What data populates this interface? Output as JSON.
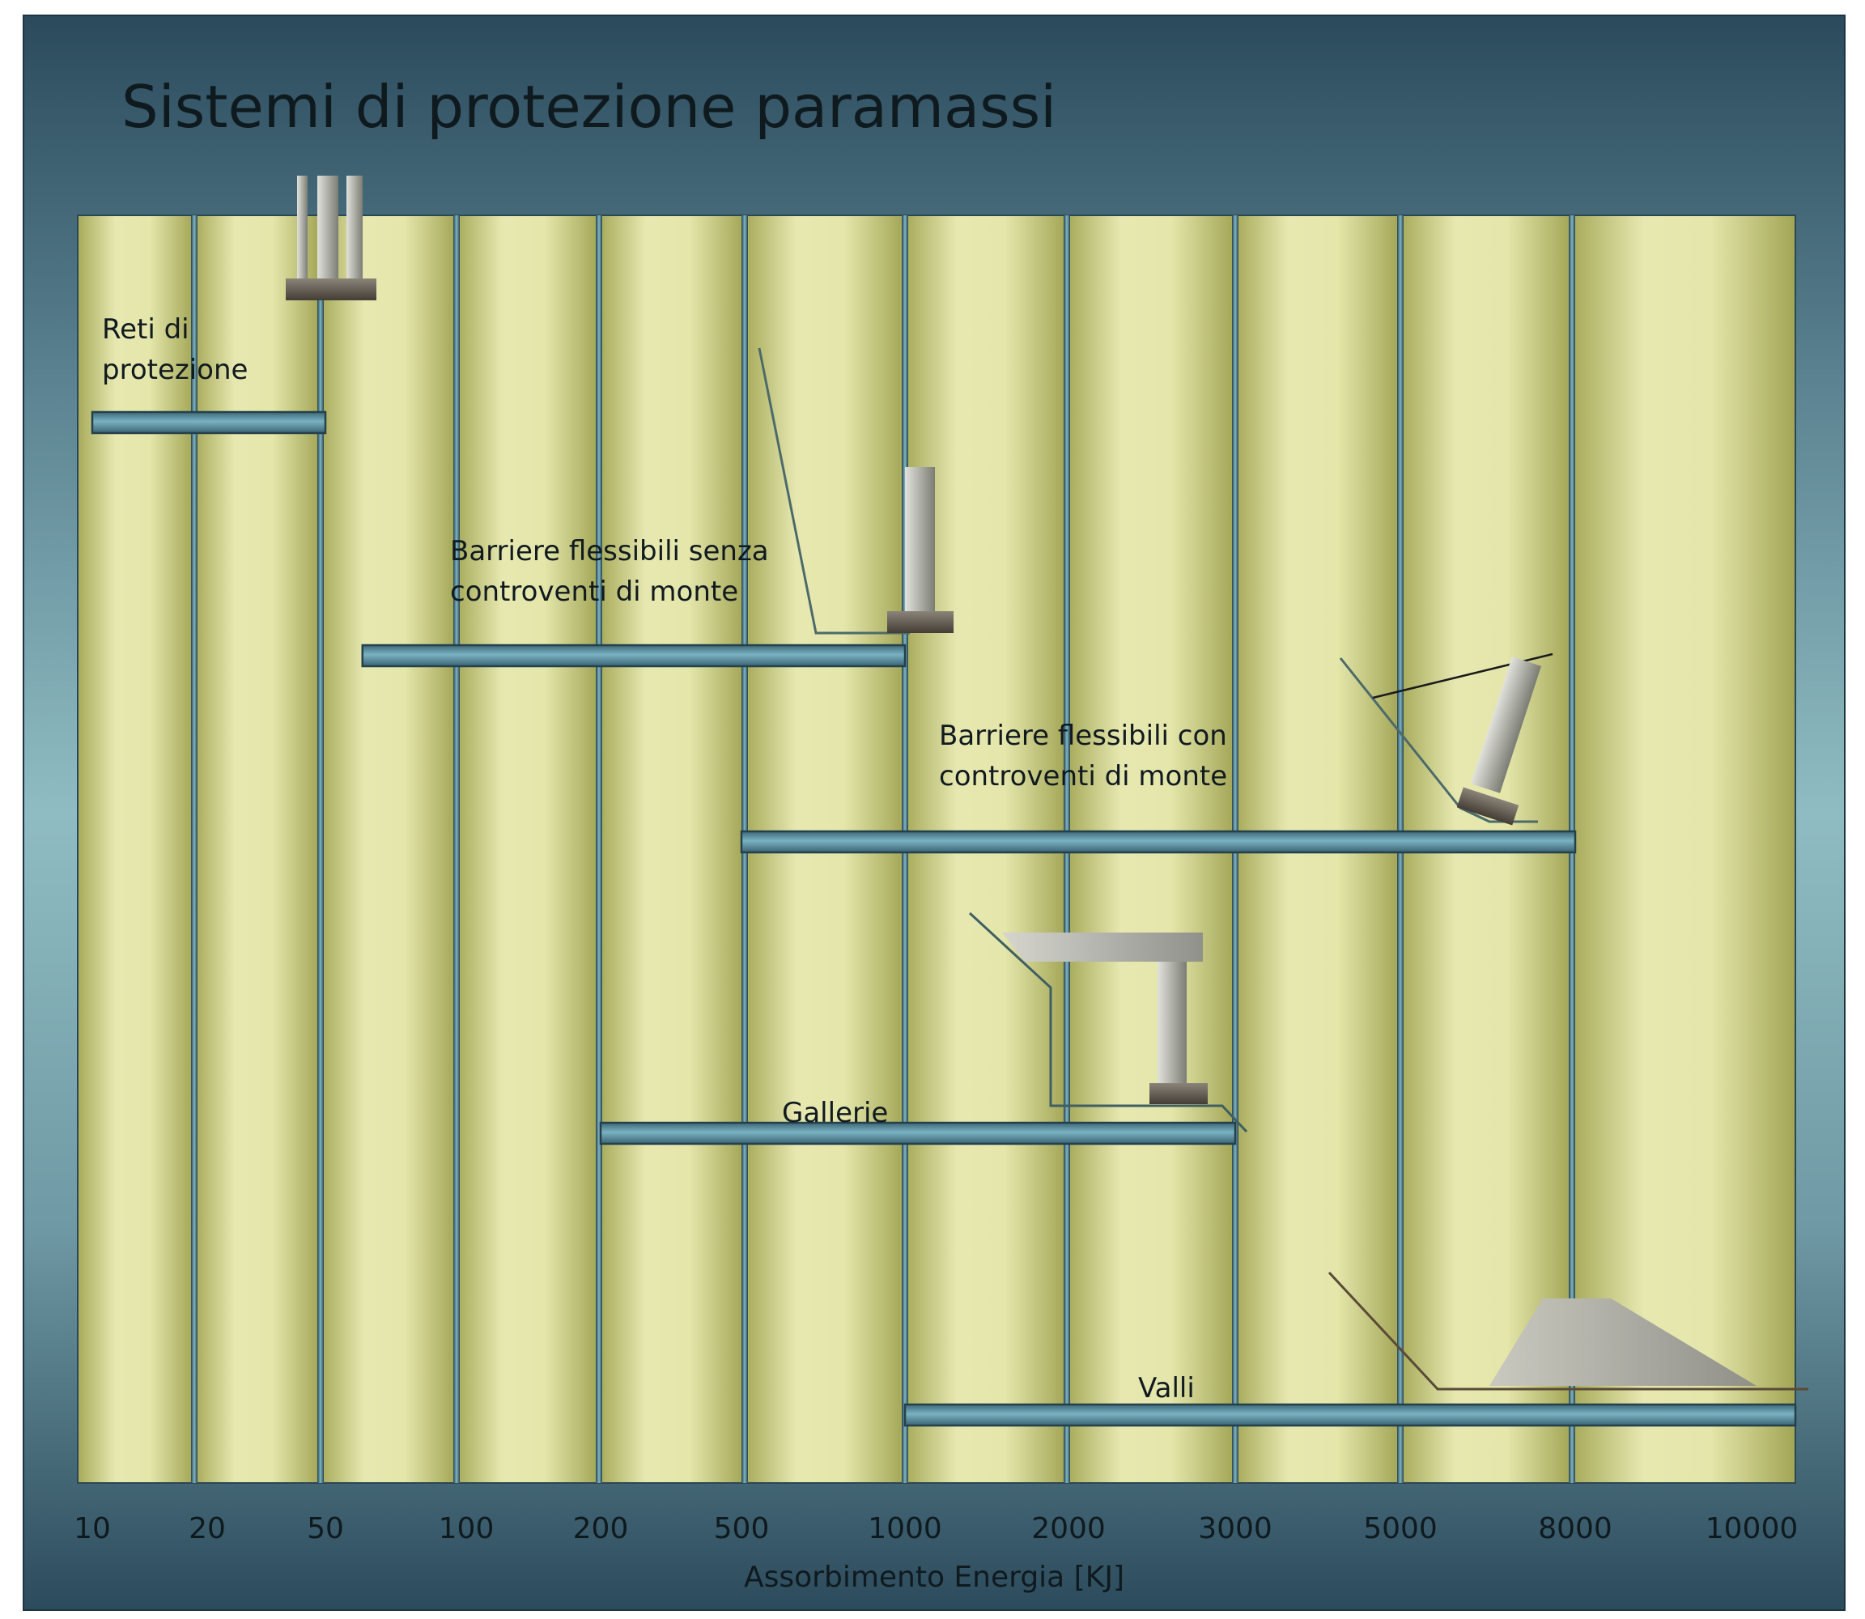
{
  "chart_data": {
    "type": "bar",
    "orientation": "horizontal-range",
    "title": "Sistemi di protezione paramassi",
    "xlabel": "Assorbimento Energia [KJ]",
    "ylabel": "",
    "x_ticks": [
      "10",
      "20",
      "50",
      "100",
      "200",
      "500",
      "1000",
      "2000",
      "3000",
      "5000",
      "8000",
      "10000"
    ],
    "series": [
      {
        "name": "Reti di protezione",
        "label_lines": [
          "Reti di",
          "protezione"
        ],
        "start": 10,
        "end": 50
      },
      {
        "name": "Barriere flessibili senza controventi di monte",
        "label_lines": [
          "Barriere flessibili senza",
          "controventi di monte"
        ],
        "start": 60,
        "end": 1000
      },
      {
        "name": "Barriere flessibili con controventi di monte",
        "label_lines": [
          "Barriere flessibili con",
          "controventi di monte"
        ],
        "start": 500,
        "end": 8000
      },
      {
        "name": "Gallerie",
        "label_lines": [
          "Gallerie"
        ],
        "start": 200,
        "end": 3000
      },
      {
        "name": "Valli",
        "label_lines": [
          "Valli"
        ],
        "start": 1000,
        "end": 10000
      }
    ],
    "xlim": [
      10,
      10000
    ],
    "grid": true,
    "legend": "none",
    "colors": {
      "column_light": "#e6e8b0",
      "column_dark": "#a7aa5a",
      "bar": "#5f97a8",
      "bar_edge": "#2b4753",
      "background_top": "#2b4b5d",
      "background_mid": "#8fbcc2"
    }
  }
}
